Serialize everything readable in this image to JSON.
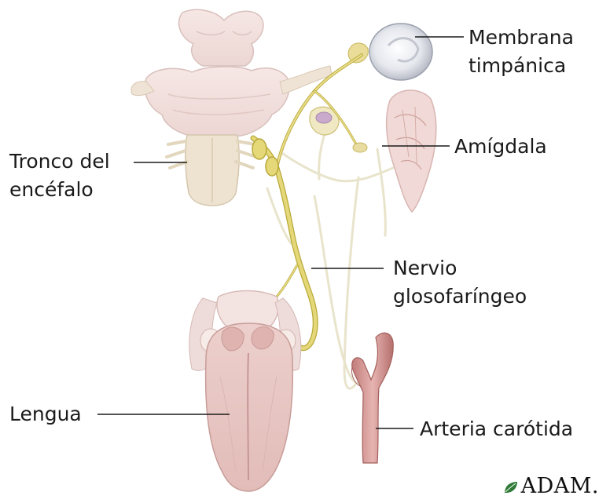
{
  "labels": {
    "membrana_line1": "Membrana",
    "membrana_line2": "timpánica",
    "amigdala": "Amígdala",
    "tronco_line1": "Tronco del",
    "tronco_line2": "encéfalo",
    "nervio_line1": "Nervio",
    "nervio_line2": "glosofaríngeo",
    "lengua": "Lengua",
    "arteria": "Arteria carótida"
  },
  "logo": "ADAM.",
  "colors": {
    "nerve": "#e4d879",
    "nerve_outline": "#b9a93a",
    "tissue": "#f2e0de",
    "tissue_shade": "#d9aeab",
    "tongue": "#e8c7c4",
    "artery": "#c98a87",
    "faint_nerve": "#ece8cf",
    "logo_leaf": "#2f7a36"
  }
}
